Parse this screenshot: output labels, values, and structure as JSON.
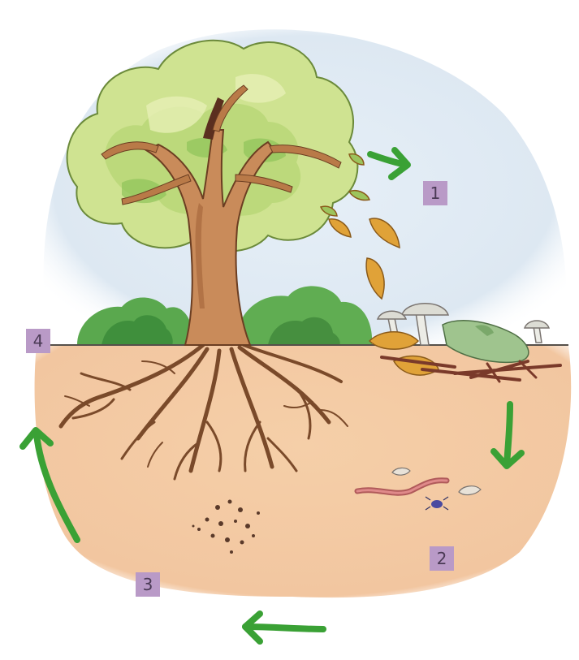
{
  "steps": [
    {
      "label": "1"
    },
    {
      "label": "2"
    },
    {
      "label": "3"
    },
    {
      "label": "4"
    }
  ],
  "colors": {
    "badge": "#b99ac7",
    "arrow": "#3aa135",
    "soil": "#f2c9a5",
    "sky": "#dfeaf4",
    "trunk": "#c98957",
    "foliage": "#cde28e",
    "leaf": "#e0a238",
    "grass": "#4c9b45"
  },
  "icons": [
    "leaf-icon",
    "mushroom-icon",
    "worm-icon",
    "beetle-icon",
    "grub-icon",
    "cycle-arrow-icon"
  ]
}
